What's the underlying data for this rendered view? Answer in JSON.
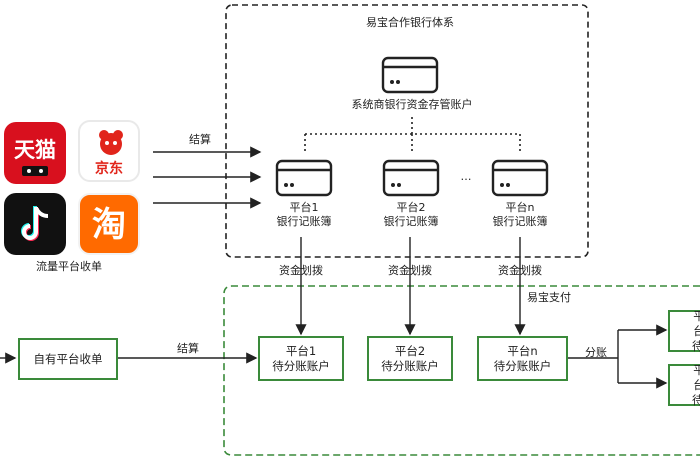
{
  "bank_system": {
    "title": "易宝合作银行体系",
    "master_account": "系统商银行资金存管账户",
    "ellipsis": "…",
    "ledgers": [
      {
        "line1": "平台1",
        "line2": "银行记账簿"
      },
      {
        "line1": "平台2",
        "line2": "银行记账簿"
      },
      {
        "line1": "平台n",
        "line2": "银行记账簿"
      }
    ]
  },
  "apps": {
    "tmall": "天猫",
    "jd": "京东",
    "taobao": "淘",
    "caption": "流量平台收单"
  },
  "labels": {
    "settle_top": "结算",
    "settle_bottom": "结算",
    "transfer": "资金划拨",
    "yeepay": "易宝支付",
    "split": "分账"
  },
  "own_platform": "自有平台收单",
  "pending_accounts": [
    {
      "line1": "平台1",
      "line2": "待分账账户"
    },
    {
      "line1": "平台2",
      "line2": "待分账账户"
    },
    {
      "line1": "平台n",
      "line2": "待分账账户"
    }
  ],
  "right_boxes": [
    {
      "line1": "平台",
      "line2": "待"
    },
    {
      "line1": "平台",
      "line2": "待"
    }
  ],
  "colors": {
    "green": "#3a8a3a",
    "tmall_red": "#d8101e",
    "jd_red": "#e1251b",
    "taobao_orange": "#ff6a00"
  }
}
